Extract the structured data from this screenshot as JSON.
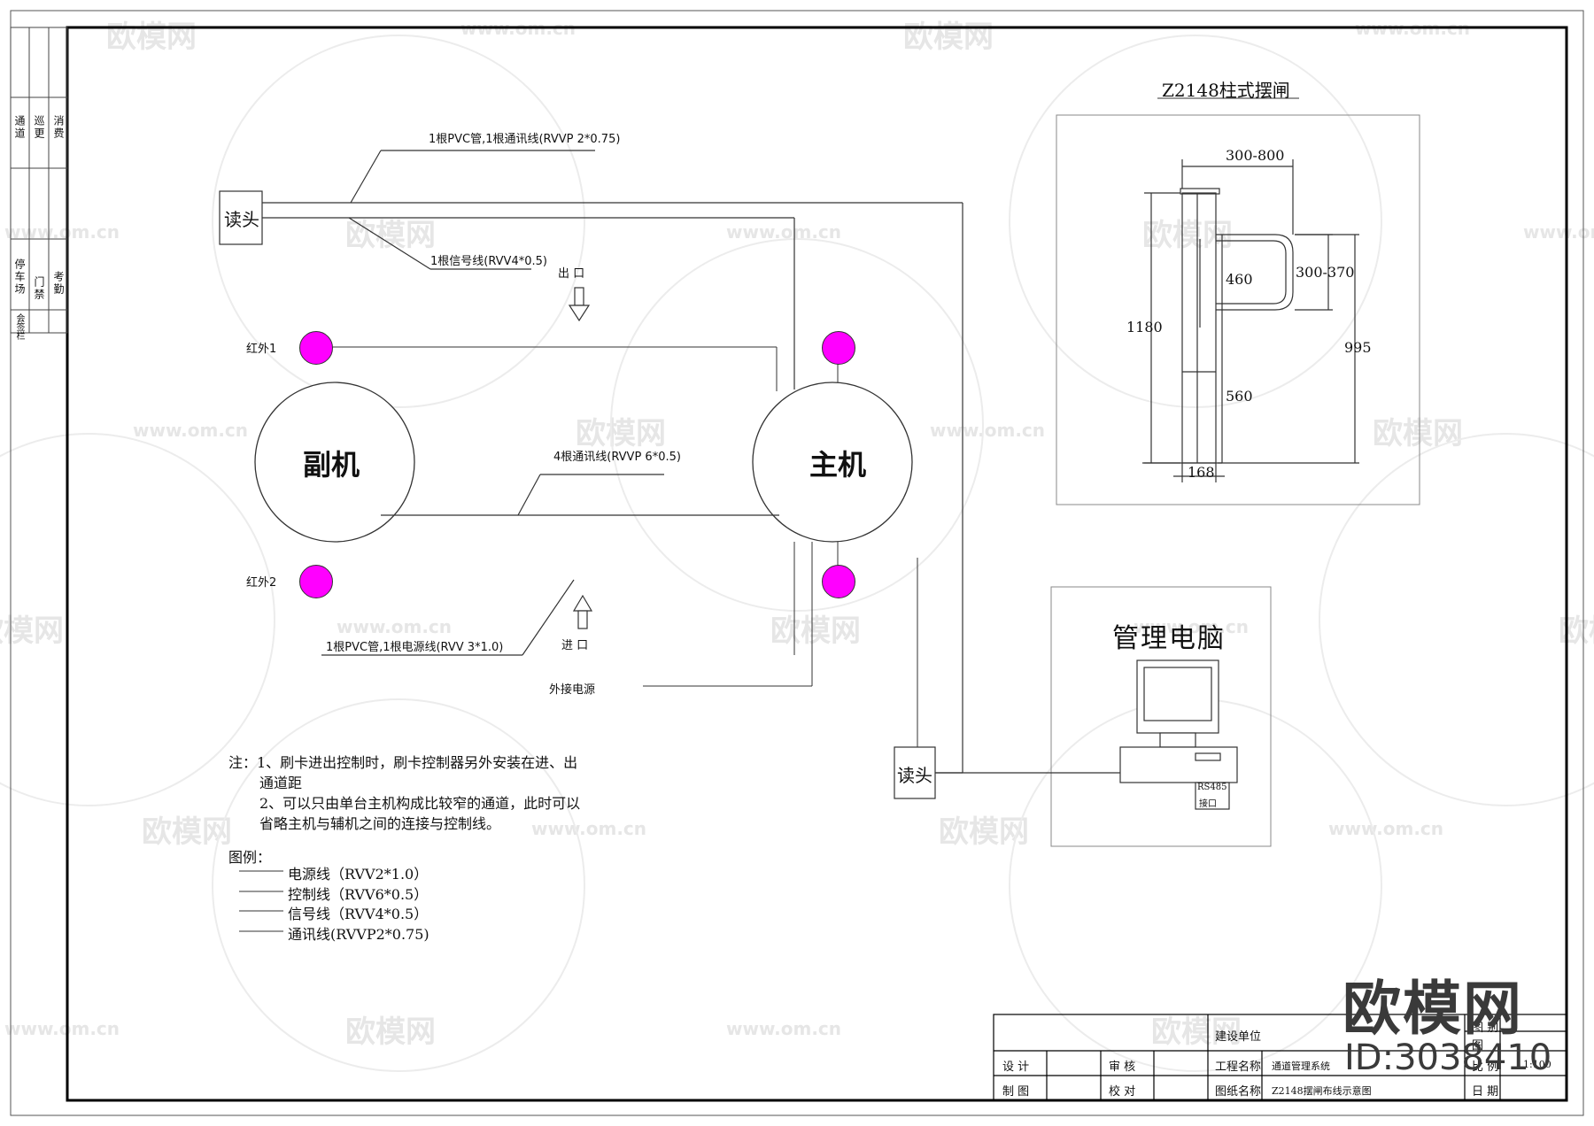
{
  "watermarks": {
    "logo_text": "欧模网",
    "url_text": "www.om.cn",
    "big_text": "欧模网",
    "id_text": "ID:3038410"
  },
  "left_strip": {
    "top_cells": [
      "通道",
      "巡更",
      "消费"
    ],
    "bottom_cells": [
      "停车场",
      "门禁",
      "考勤"
    ],
    "sign_label": "会签栏"
  },
  "diagram": {
    "reader_top_label": "读头",
    "reader_bottom_label": "读头",
    "cable_top_note": "1根PVC管,1根通讯线(RVVP 2*0.75)",
    "signal_note": "1根信号线(RVV4*0.5)",
    "exit_label": "出 口",
    "entry_label": "进 口",
    "ir1_label": "红外1",
    "ir2_label": "红外2",
    "slave_label": "副机",
    "master_label": "主机",
    "comm_note": "4根通讯线(RVVP 6*0.5)",
    "power_note": "1根PVC管,1根电源线(RVV 3*1.0)",
    "ext_power_label": "外接电源"
  },
  "gate_detail": {
    "title": "Z2148柱式摆闸",
    "dim_width": "300-800",
    "dim_arm": "300-370",
    "dim_upper": "460",
    "dim_total": "1180",
    "dim_lower": "560",
    "dim_right": "995",
    "dim_base": "168"
  },
  "computer": {
    "title": "管理电脑",
    "port_label_1": "RS485",
    "port_label_2": "接口"
  },
  "notes": {
    "line1": "注：1、刷卡进出控制时，刷卡控制器另外安装在进、出",
    "line2": "通道距",
    "line3": "2、可以只由单台主机构成比较窄的通道，此时可以",
    "line4": "省略主机与辅机之间的连接与控制线。"
  },
  "legend": {
    "title": "图例：",
    "items": [
      "电源线（RVV2*1.0）",
      "控制线（RVV6*0.5）",
      "信号线（RVV4*0.5）",
      "通讯线(RVVP2*0.75)"
    ]
  },
  "title_block": {
    "unit_label": "建设单位",
    "design": "设 计",
    "draw": "制 图",
    "review": "审 核",
    "check": "校 对",
    "project_label": "工程名称",
    "project_value": "通道管理系统",
    "drawing_label": "图纸名称",
    "drawing_value": "Z2148摆闸布线示意图",
    "no_label": "图 别",
    "no_value": "",
    "sheet_label": "图",
    "scale_label": "比 例",
    "scale_value": "1:100",
    "date_label": "日 期"
  },
  "colors": {
    "sensor": "#ff00ff",
    "line": "#222222",
    "watermark": "#e6e6e6"
  }
}
